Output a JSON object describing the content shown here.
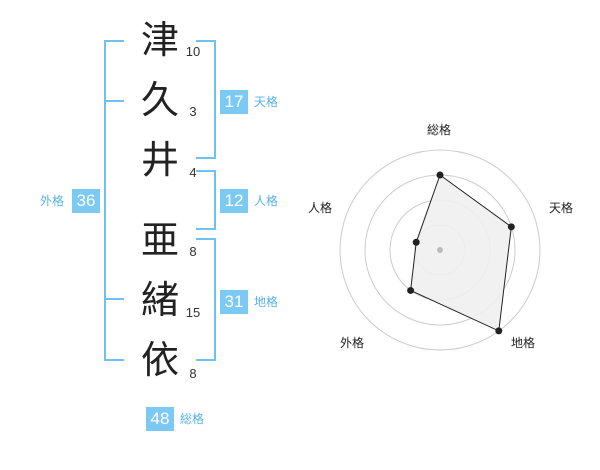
{
  "name": {
    "chars": [
      {
        "char": "津",
        "strokes": "10"
      },
      {
        "char": "久",
        "strokes": "3"
      },
      {
        "char": "井",
        "strokes": "4"
      },
      {
        "char": "亜",
        "strokes": "8"
      },
      {
        "char": "緒",
        "strokes": "15"
      },
      {
        "char": "依",
        "strokes": "8"
      }
    ]
  },
  "fortune": {
    "tenkaku": {
      "value": "17",
      "label": "天格"
    },
    "jinkaku": {
      "value": "12",
      "label": "人格"
    },
    "chikaku": {
      "value": "31",
      "label": "地格"
    },
    "gaikaku": {
      "value": "36",
      "label": "外格"
    },
    "soukaku": {
      "value": "48",
      "label": "総格"
    }
  },
  "radar": {
    "axes": [
      "総格",
      "天格",
      "地格",
      "外格",
      "人格"
    ],
    "values": [
      0.75,
      0.75,
      1.0,
      0.5,
      0.25
    ],
    "colors": {
      "grid": "#cccccc",
      "fill": "#f0f0f0",
      "line": "#222222",
      "center": "#bbbbbb"
    }
  },
  "colors": {
    "accent": "#7ccaf4",
    "accent_text": "#57b2e8"
  }
}
